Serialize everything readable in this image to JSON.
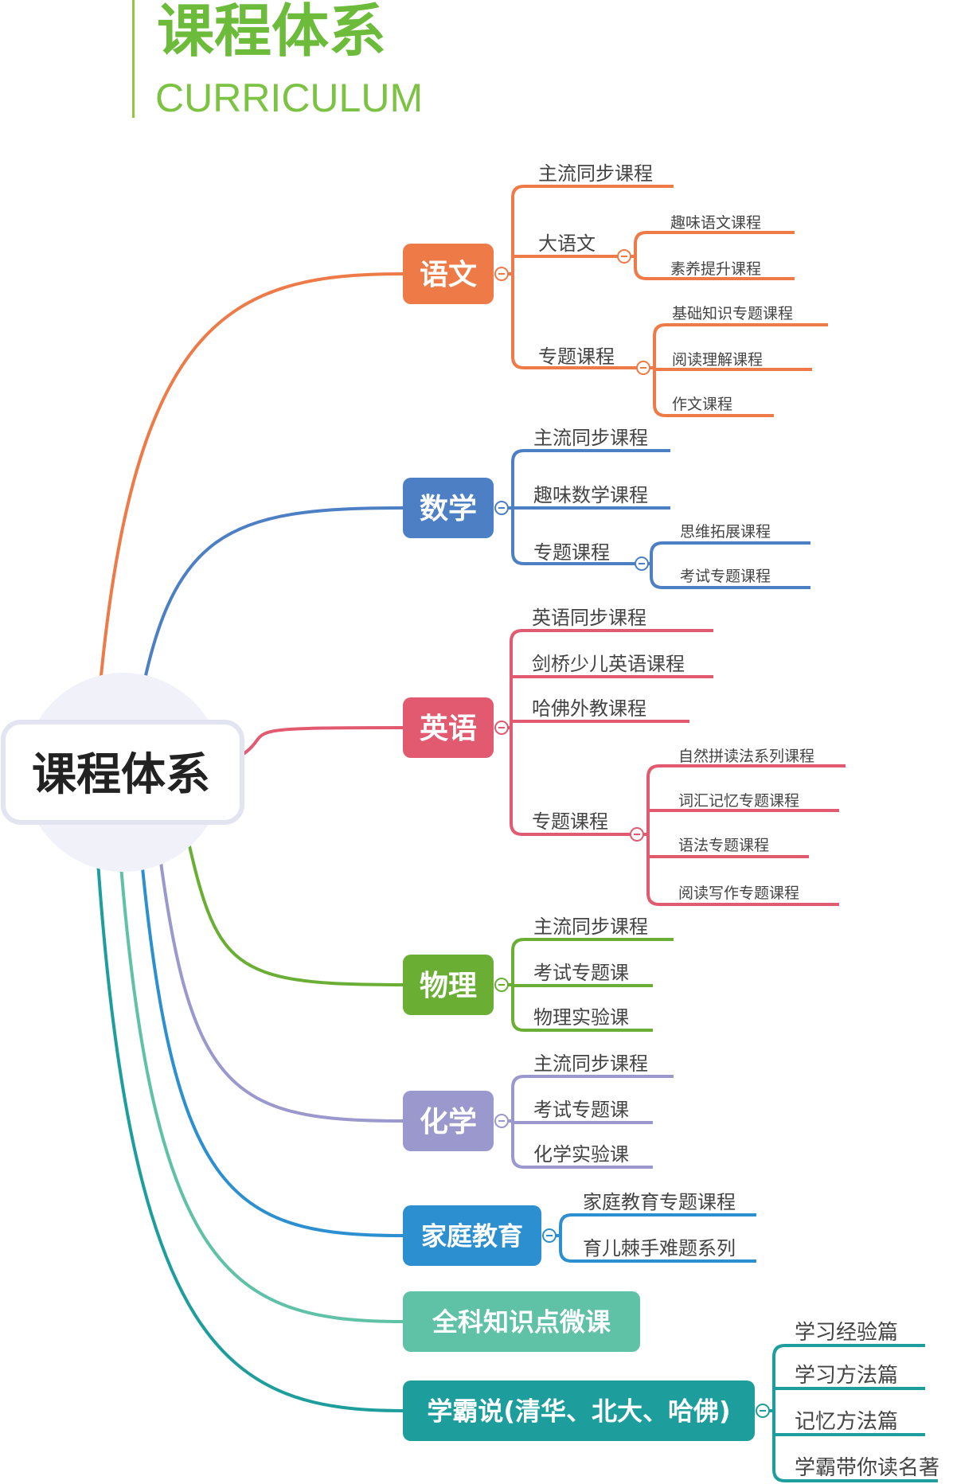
{
  "header": {
    "title": "课程体系",
    "subtitle": "CURRICULUM",
    "accent": "#6dbb3a"
  },
  "root": {
    "label": "课程体系"
  },
  "branches": [
    {
      "label": "语文",
      "color": "#ee7a48",
      "children": [
        {
          "label": "主流同步课程"
        },
        {
          "label": "大语文",
          "children": [
            "趣味语文课程",
            "素养提升课程"
          ]
        },
        {
          "label": "专题课程",
          "children": [
            "基础知识专题课程",
            "阅读理解课程",
            "作文课程"
          ]
        }
      ]
    },
    {
      "label": "数学",
      "color": "#4d7fc4",
      "children": [
        {
          "label": "主流同步课程"
        },
        {
          "label": "趣味数学课程"
        },
        {
          "label": "专题课程",
          "children": [
            "思维拓展课程",
            "考试专题课程"
          ]
        }
      ]
    },
    {
      "label": "英语",
      "color": "#e25a70",
      "children": [
        {
          "label": "英语同步课程"
        },
        {
          "label": "剑桥少儿英语课程"
        },
        {
          "label": "哈佛外教课程"
        },
        {
          "label": "专题课程",
          "children": [
            "自然拼读法系列课程",
            "词汇记忆专题课程",
            "语法专题课程",
            "阅读写作专题课程"
          ]
        }
      ]
    },
    {
      "label": "物理",
      "color": "#6aae34",
      "children": [
        {
          "label": "主流同步课程"
        },
        {
          "label": "考试专题课"
        },
        {
          "label": "物理实验课"
        }
      ]
    },
    {
      "label": "化学",
      "color": "#9a98cc",
      "children": [
        {
          "label": "主流同步课程"
        },
        {
          "label": "考试专题课"
        },
        {
          "label": "化学实验课"
        }
      ]
    },
    {
      "label": "家庭教育",
      "color": "#2b8fd0",
      "children": [
        {
          "label": "家庭教育专题课程"
        },
        {
          "label": "育儿棘手难题系列"
        }
      ]
    },
    {
      "label": "全科知识点微课",
      "color": "#5fc1a6",
      "children": []
    },
    {
      "label": "学霸说(清华、北大、哈佛)",
      "color": "#1d9e9c",
      "children": [
        {
          "label": "学习经验篇"
        },
        {
          "label": "学习方法篇"
        },
        {
          "label": "记忆方法篇"
        },
        {
          "label": "学霸带你读名著"
        }
      ]
    }
  ]
}
